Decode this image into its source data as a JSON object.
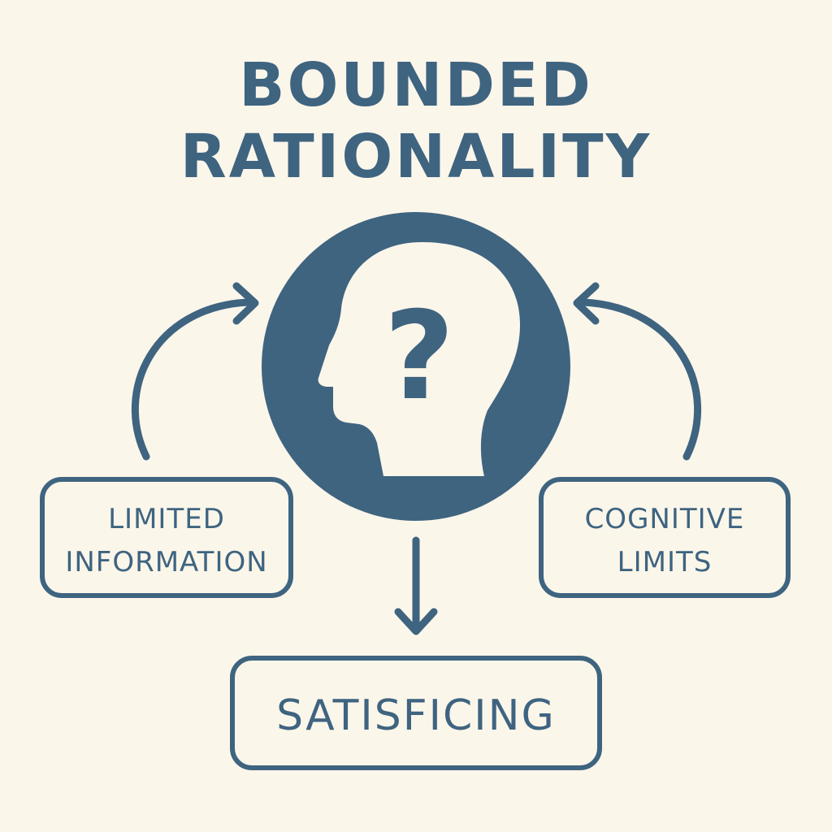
{
  "title": {
    "line1": "BOUNDED",
    "line2": "RATIONALITY"
  },
  "center": {
    "icon": "head-question-icon",
    "symbol": "?"
  },
  "left_box": {
    "line1": "LIMITED",
    "line2": "INFORMATION"
  },
  "right_box": {
    "line1": "COGNITIVE",
    "line2": "LIMITS"
  },
  "bottom_box": {
    "label": "SATISFICING"
  },
  "colors": {
    "primary": "#3e6480",
    "background": "#fbf6ea"
  }
}
